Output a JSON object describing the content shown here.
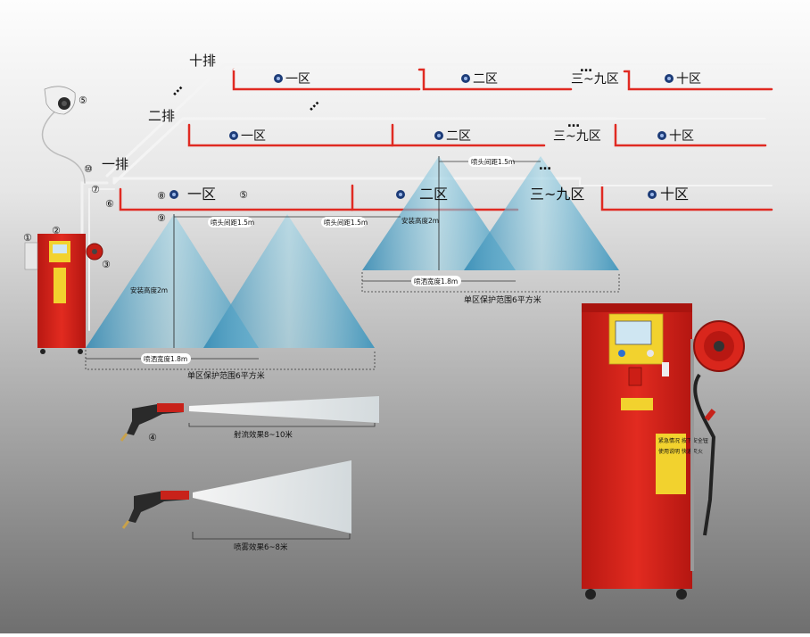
{
  "rows": {
    "row10": "十排",
    "row2": "二排",
    "row1": "一排",
    "dots": "…"
  },
  "zones": {
    "z1": "一区",
    "z2": "二区",
    "z3to9": "三~九区",
    "z10": "十区"
  },
  "markers": [
    "①",
    "②",
    "③",
    "④",
    "⑤",
    "⑥",
    "⑦",
    "⑧",
    "⑨",
    "⑩"
  ],
  "labels": {
    "nozzle_spacing": "喷头间距1.5m",
    "install_height": "安装高度2m",
    "spray_width": "喷洒宽度1.8m",
    "zone_area": "单区保护范围6平方米",
    "jet_effect": "射流效果8~10米",
    "mist_effect": "喷雾效果6~8米"
  },
  "panel_text": {
    "left_panel": "紧急情况 按下安全钮",
    "right_panel": "使用说明 快速灭火"
  },
  "colors": {
    "cabinet_red": "#d9261c",
    "pipe_red": "#e02a22",
    "pipe_white": "#f2f2f2",
    "spray_blue": "#5fb3d1",
    "panel_yellow": "#f2d22e"
  }
}
